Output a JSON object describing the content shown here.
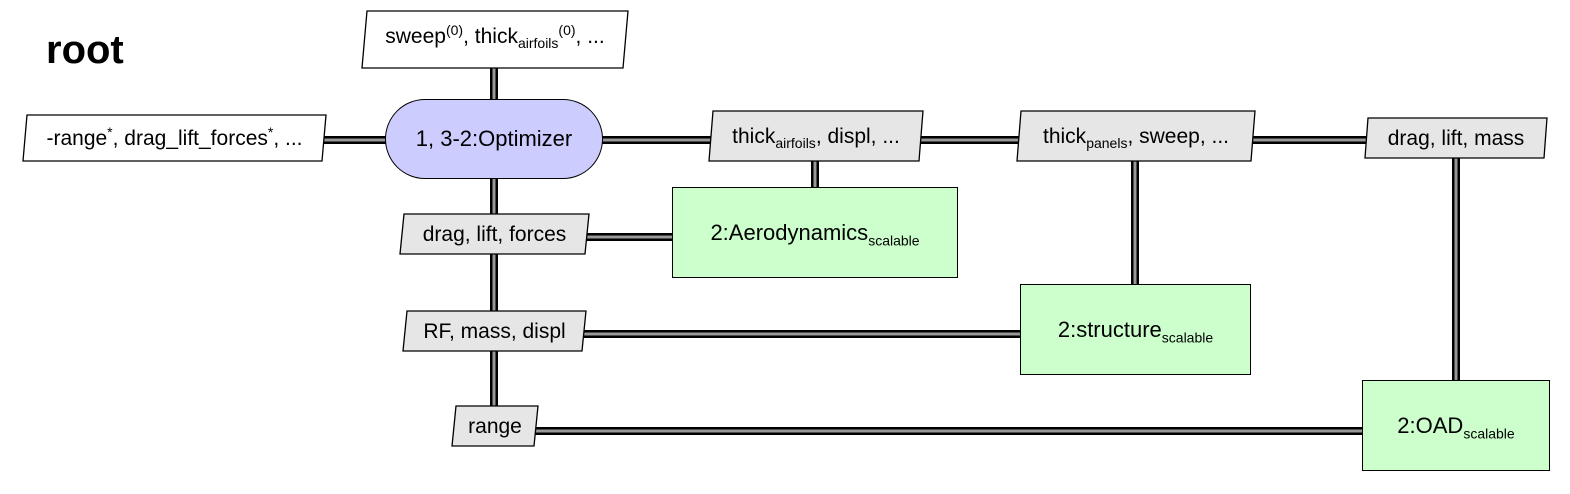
{
  "title": "root",
  "optimizer": {
    "label": "1, 3-2:Optimizer"
  },
  "components": {
    "aerodynamics": {
      "name": "2:Aerodynamics",
      "sub": "scalable"
    },
    "structure": {
      "name": "2:structure",
      "sub": "scalable"
    },
    "oad": {
      "name": "2:OAD",
      "sub": "scalable"
    }
  },
  "data_nodes": {
    "initial": {
      "p1": "sweep",
      "sup1": "(0)",
      "p2": ", thick",
      "sub2": "airfoils",
      "sup2": "(0)",
      "p3": ", ..."
    },
    "outputs": {
      "p1": "-range",
      "sup1": "*",
      "p2": ", drag_lift_forces",
      "sup2": "*",
      "p3": ", ..."
    },
    "to_aero": {
      "p1": "thick",
      "sub1": "airfoils",
      "p2": ", displ, ..."
    },
    "to_struct": {
      "p1": "thick",
      "sub1": "panels",
      "p2": ", sweep, ..."
    },
    "to_oad": {
      "label": "drag, lift, mass"
    },
    "from_aero": {
      "label": "drag, lift, forces"
    },
    "from_struct": {
      "label": "RF, mass, displ"
    },
    "from_oad": {
      "label": "range"
    }
  },
  "colors": {
    "optimizer_fill": "#ccccff",
    "component_fill": "#ccffcc",
    "data_fill": "#e6e6e6",
    "io_fill": "#ffffff",
    "line_outer": "#000000",
    "line_inner": "#999999"
  }
}
